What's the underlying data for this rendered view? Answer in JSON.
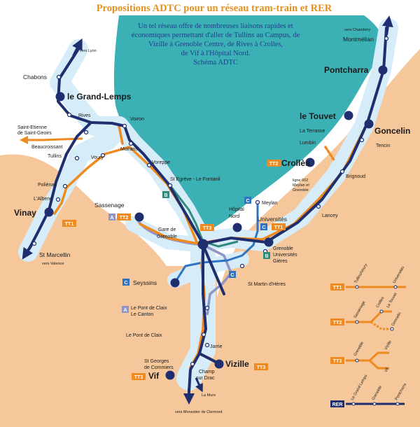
{
  "title": "Propositions ADTC pour un réseau tram-train et RER",
  "intro_lines": [
    "Un tel réseau offre de nombreuses liaisons rapides et",
    "économiques permettant d'aller de Tullins au Campus, de",
    "Vizille à Grenoble Centre, de Rives à Crolles,",
    "de Vif à l'Hôpital Nord.",
    "Schéma ADTC"
  ],
  "colors": {
    "rer": "#1f2e6e",
    "tt": "#ef8a1f",
    "tram_b": "#2f8a7a",
    "tram_c": "#2f74c2",
    "tram_a": "#8f96c6",
    "water": "#3bb0b5",
    "land": "#f5c79a",
    "halo": "#c6e6f5"
  },
  "stations": {
    "vers_lyon": "vers Lyon",
    "chabons": "Chabons",
    "grand_lemps": "le Grand-Lemps",
    "rives": "Rives",
    "voiron": "Voiron",
    "st_etienne_1": "Saint-Etienne",
    "st_etienne_2": "de Saint-Geoirs",
    "beaucroissant": "Beaucroissant",
    "moirans": "Moirans",
    "tullins": "Tullins",
    "voury": "Voury",
    "voreppe": "Voreppe",
    "st_egreve": "St Egrève - Le Fontanil",
    "polienas": "Poliénas",
    "albenc": "L'Albenc",
    "vinay": "Vinay",
    "st_marcellin": "St Marcellin",
    "vers_valence": "vers Valence",
    "sassenage": "Sassenage",
    "gare_1": "Gare de",
    "gare_2": "Grenoble",
    "hopital_1": "Hôpital",
    "hopital_2": "Nord",
    "meylan": "Meylan",
    "universites": "Universités",
    "grenoble_univ_1": "Grenoble",
    "grenoble_univ_2": "Universités",
    "grenoble_univ_3": "Gières",
    "seyssins": "Seyssins",
    "st_martin": "St Martin d'Hères",
    "pont_claix_canton_1": "Le Pont de Claix",
    "pont_claix_canton_2": "Le Canton",
    "pont_claix": "Le Pont de Claix",
    "jarrie": "Jarrie",
    "st_georges_1": "St Georges",
    "st_georges_2": "de Commiers",
    "champ_1": "Champ",
    "champ_2": "sur Drac",
    "vizille": "Vizille",
    "vif": "Vif",
    "la_mure": "La Mure",
    "vers_monestier": "vers Monestier de Clermont",
    "vers_chambery": "vers Chambéry",
    "montmelian": "Montmélian",
    "pontcharra": "Pontcharra",
    "le_touvet": "le Touvet",
    "la_terrasse": "La Terrasse",
    "goncelin": "Goncelin",
    "lumbin": "Lumbin",
    "tencin": "Tencin",
    "crolles": "Crollès",
    "brignoud": "Brignoud",
    "ligne602_1": "ligne 602",
    "ligne602_2": "Meylan et",
    "ligne602_3": "Grenoble",
    "lancey": "Lancey"
  },
  "badges": {
    "tt1": "TT1",
    "tt2": "TT2",
    "tt3": "TT3",
    "a": "A",
    "b": "B",
    "c": "C",
    "rer": "RER"
  },
  "legend": {
    "tt1_a": "Tullins/Voury",
    "tt1_b": "Universités",
    "tt2_a": "Sassenage",
    "tt2_b": "Crolles",
    "tt2_c": "Le Touvet",
    "tt2_d": "Goncelin",
    "tt3_a": "Grenoble",
    "tt3_b": "Vizille",
    "tt3_c": "Vif",
    "rer_a": "Le Grand Lemps",
    "rer_b": "Grenoble",
    "rer_c": "Pontcharra"
  }
}
